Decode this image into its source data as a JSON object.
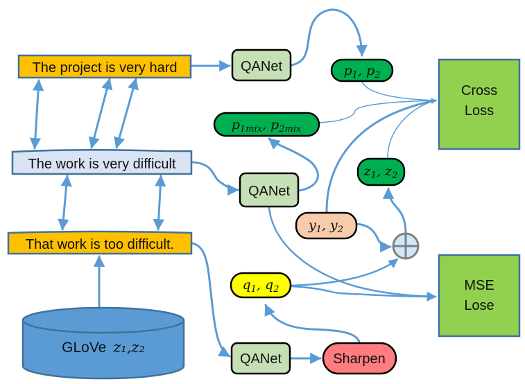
{
  "colors": {
    "edge": "#5b9bd5",
    "sentence_orange": "#ffc000",
    "sentence_blue": "#dae3f3",
    "sentence_border": "#41719c",
    "qanet_fill": "#c5e0b4",
    "output_green": "#00b050",
    "y_fill": "#f8cbad",
    "q_fill": "#ffff00",
    "sharpen_fill": "#ff7c80",
    "loss_fill": "#92d050",
    "loss_border": "#41719c",
    "glove_fill": "#5b9bd5",
    "plus_fill": "#cfe9fb",
    "plus_stroke": "#7f7f7f"
  },
  "sentences": [
    {
      "id": "s1",
      "text": "The project is very hard"
    },
    {
      "id": "s2",
      "text": "The work is very difficult"
    },
    {
      "id": "s3",
      "text": "That work is too difficult."
    }
  ],
  "glove": {
    "label": "GLoVe",
    "vars": "z₁,z₂"
  },
  "qanet": [
    {
      "id": "qanet-top",
      "label": "QANet"
    },
    {
      "id": "qanet-middle",
      "label": "QANet"
    },
    {
      "id": "qanet-bottom",
      "label": "QANet"
    }
  ],
  "sharpen": {
    "label": "Sharpen"
  },
  "outputs": {
    "p": {
      "base1": "p",
      "sub1": "1",
      "sep": ", ",
      "base2": "p",
      "sub2": "2"
    },
    "pmix": {
      "base1": "p",
      "sub1": "1mix",
      "sep": ", ",
      "base2": "p",
      "sub2": "2mix"
    },
    "z": {
      "base1": "z",
      "sub1": "1",
      "sep": ", ",
      "base2": "z",
      "sub2": "2"
    },
    "y": {
      "base1": "y",
      "sub1": "1",
      "sep": ", ",
      "base2": "y",
      "sub2": "2"
    },
    "q": {
      "base1": "q",
      "sub1": "1",
      "sep": ", ",
      "base2": "q",
      "sub2": "2"
    }
  },
  "combine": {
    "icon": "circle-plus-icon"
  },
  "losses": {
    "cross": {
      "line1": "Cross",
      "line2": "Loss"
    },
    "mse": {
      "line1": "MSE",
      "line2": "Lose"
    }
  }
}
